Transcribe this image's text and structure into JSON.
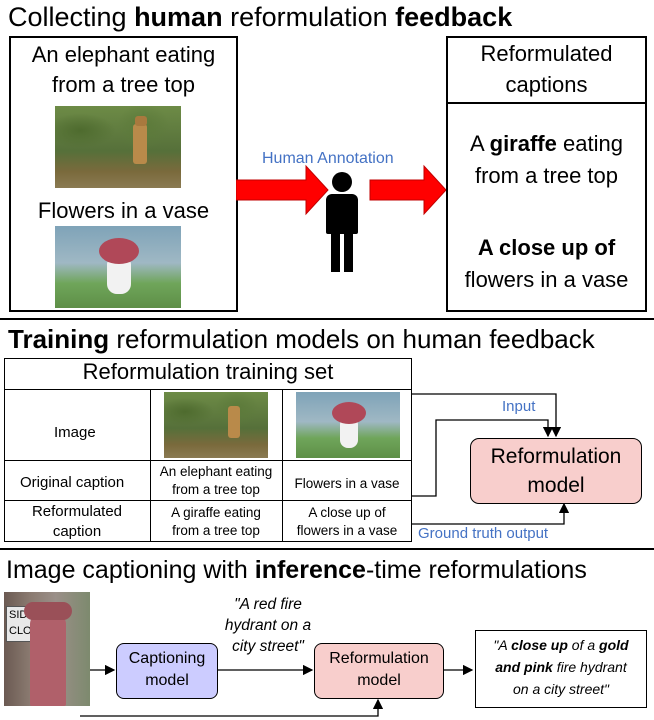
{
  "section1": {
    "title_parts": [
      {
        "text": "Collecting ",
        "bold": false
      },
      {
        "text": "human",
        "bold": true
      },
      {
        "text": " reformulation ",
        "bold": false
      },
      {
        "text": "feedback",
        "bold": true
      }
    ],
    "left_caption_1": [
      "An elephant eating",
      "from a tree top"
    ],
    "left_caption_2": "Flowers in a vase",
    "annotation_label": "Human Annotation",
    "right_header": [
      "Reformulated",
      "captions"
    ],
    "right_caption_1_parts": [
      {
        "text": "A ",
        "bold": false
      },
      {
        "text": "giraffe",
        "bold": true
      },
      {
        "text": " eating",
        "bold": false
      }
    ],
    "right_caption_1_line2": "from a tree top",
    "right_caption_2_line1": "A close up of",
    "right_caption_2_rest": [
      "flowers in a vase"
    ]
  },
  "section2": {
    "title_parts": [
      {
        "text": "Training",
        "bold": true
      },
      {
        "text": " reformulation models on human feedback",
        "bold": false
      }
    ],
    "table_title": "Reformulation training set",
    "row_labels": {
      "image": "Image",
      "original": "Original caption",
      "reformulated": [
        "Reformulated",
        "caption"
      ]
    },
    "original_captions": [
      [
        "An elephant eating",
        "from a tree top"
      ],
      [
        "Flowers in a vase"
      ]
    ],
    "reformulated_captions": [
      [
        "A giraffe eating",
        "from a tree top"
      ],
      [
        "A close up of",
        "flowers in a vase"
      ]
    ],
    "input_label": "Input",
    "gt_label": "Ground truth output",
    "model_label": [
      "Reformulation",
      "model"
    ]
  },
  "section3": {
    "title_parts": [
      {
        "text": "Image captioning with ",
        "bold": false
      },
      {
        "text": "inference",
        "bold": true
      },
      {
        "text": "-time reformulations",
        "bold": false
      }
    ],
    "captioning_model": [
      "Captioning",
      "model"
    ],
    "initial_caption": [
      "\"A red fire",
      "hydrant on a",
      "city street\""
    ],
    "reformulation_model": [
      "Reformulation",
      "model"
    ],
    "final_caption": {
      "line1_parts": [
        {
          "text": "\"A ",
          "bold": false
        },
        {
          "text": "close up",
          "bold": true
        },
        {
          "text": " of a ",
          "bold": false
        },
        {
          "text": "gold",
          "bold": true
        }
      ],
      "line2_parts": [
        {
          "text": "and pink",
          "bold": true
        },
        {
          "text": " fire hydrant",
          "bold": false
        }
      ],
      "line3": "on a city street\""
    },
    "sign_text": [
      "SID",
      "CLO"
    ]
  },
  "colors": {
    "arrow_red": "#ff0000",
    "annotation_blue": "#4472c4",
    "reform_model_fill": "#f8cecc",
    "caption_model_fill": "#ccccff"
  }
}
